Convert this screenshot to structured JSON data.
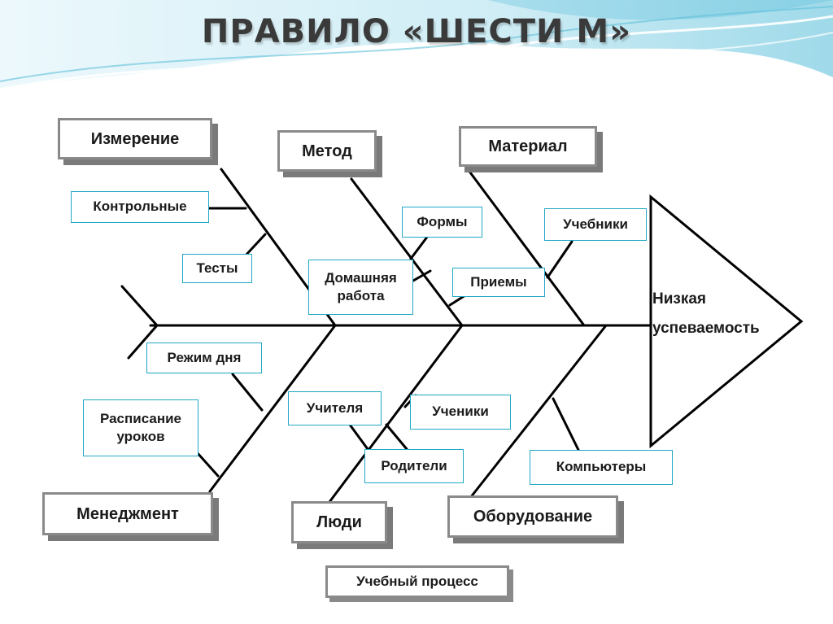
{
  "title": "ПРАВИЛО «ШЕСТИ М»",
  "effect": [
    "Низкая",
    "успеваемость"
  ],
  "categories": {
    "measurement": "Измерение",
    "method": "Метод",
    "material": "Материал",
    "management": "Менеджмент",
    "people": "Люди",
    "equipment": "Оборудование"
  },
  "causes": {
    "control": "Контрольные",
    "tests": "Тесты",
    "forms": "Формы",
    "homework": "Домашняя работа",
    "textbooks": "Учебники",
    "techniques": "Приемы",
    "daily_routine": "Режим дня",
    "schedule": "Расписание уроков",
    "teachers": "Учителя",
    "students": "Ученики",
    "parents": "Родители",
    "computers": "Компьютеры"
  },
  "footer": "Учебный процесс",
  "colors": {
    "line": "#000000",
    "cause_border": "#21a7c4",
    "category_border": "#8a8a8a",
    "wave": "#8fd3e6"
  }
}
